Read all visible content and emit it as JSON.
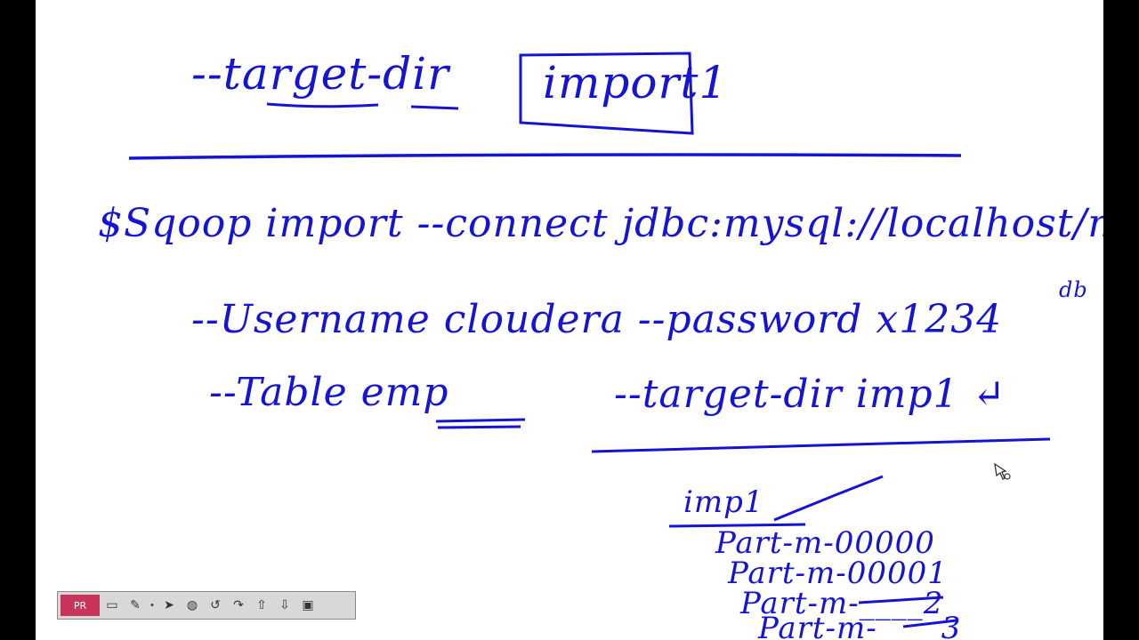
{
  "board": {
    "heading": {
      "option": "--target-dir",
      "arg": "import1"
    },
    "command": {
      "line1": "$Sqoop import --connect jdbc:mysql://localhost/my",
      "line1_suffix": "db",
      "line2": "--Username cloudera --password x1234",
      "line3_table": "--Table emp",
      "line3_target": "--target-dir imp1 ↵"
    },
    "output": {
      "folder": "imp1",
      "files": [
        "Part-m-00000",
        "Part-m-00001",
        "Part-m-____2",
        "Part-m-____3"
      ]
    }
  },
  "toolbar": {
    "first_label": "PR",
    "icons": [
      "screen-icon",
      "pen-icon",
      "dot-icon",
      "pointer-icon",
      "color-icon",
      "rotate-icon",
      "redo-icon",
      "upload-icon",
      "download-icon",
      "package-icon"
    ]
  },
  "colors": {
    "ink": "#1414d2",
    "board": "#ffffff",
    "frame": "#000000"
  }
}
